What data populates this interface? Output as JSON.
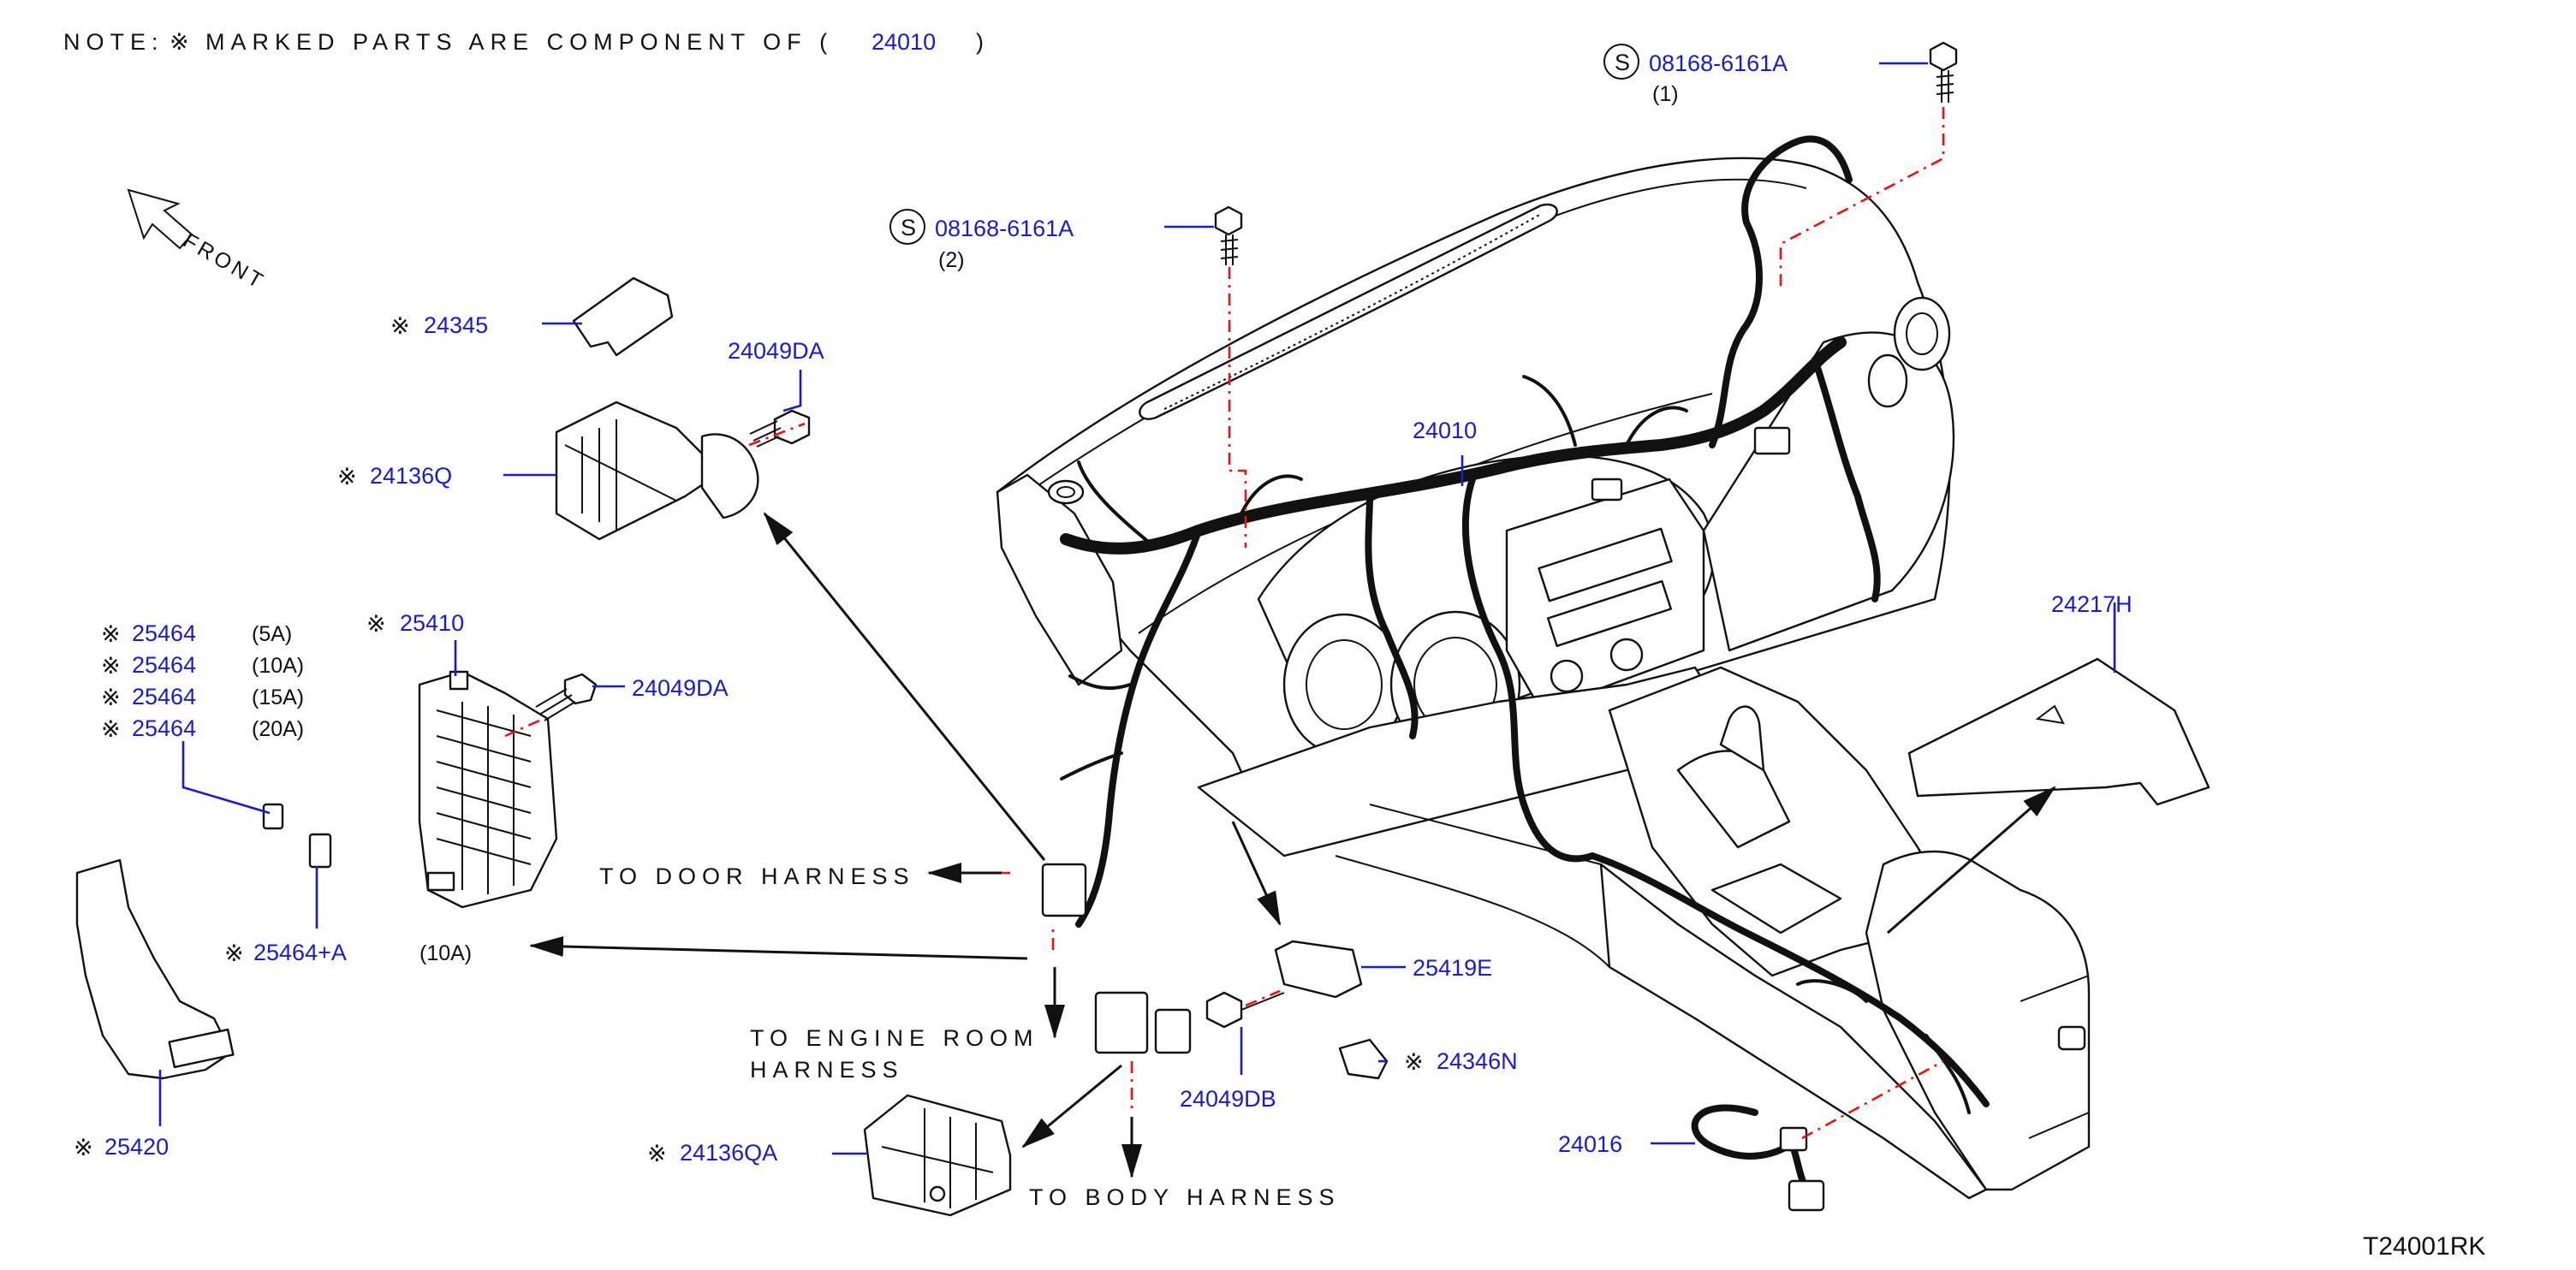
{
  "note": {
    "prefix": "NOTE:",
    "symbol": "※",
    "text": "MARKED PARTS ARE COMPONENT OF (",
    "ref": "24010",
    "close": ")"
  },
  "front_label": "FRONT",
  "drawing_number": "T24001RK",
  "callouts": {
    "bolt_1_symbol": "S",
    "bolt_1_part": "08168-6161A",
    "bolt_1_qty": "(1)",
    "bolt_2_symbol": "S",
    "bolt_2_part": "08168-6161A",
    "bolt_2_qty": "(2)",
    "p24345": "24345",
    "p24049da_top": "24049DA",
    "p24136q": "24136Q",
    "p24010": "24010",
    "p24217h": "24217H",
    "p25410": "25410",
    "p24049da_mid": "24049DA",
    "fuse_part": "25464",
    "fuse_ratings": [
      "(5A)",
      "(10A)",
      "(15A)",
      "(20A)"
    ],
    "p25464a": "25464+A",
    "p25464a_rating": "(10A)",
    "p25419e": "25419E",
    "p24049db": "24049DB",
    "p24346n": "24346N",
    "p24016": "24016",
    "p25420": "25420",
    "p24136qa": "24136QA",
    "mark": "※"
  },
  "destinations": {
    "door": "TO DOOR HARNESS",
    "engine_1": "TO ENGINE ROOM",
    "engine_2": "HARNESS",
    "body": "TO BODY HARNESS"
  }
}
